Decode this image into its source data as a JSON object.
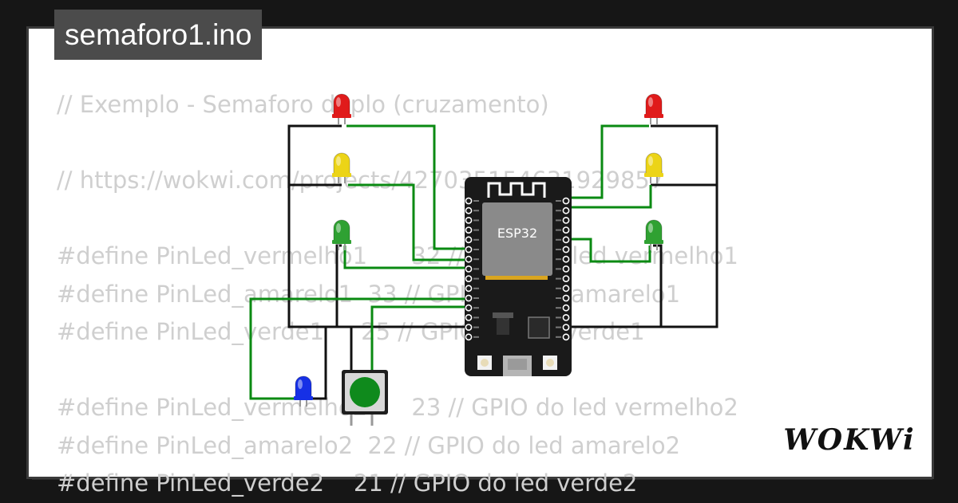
{
  "project": {
    "filename": "semaforo1.ino"
  },
  "code_lines": [
    "// Exemplo - Semaforo duplo (cruzamento)",
    "",
    "// https://wokwi.com/projects/427035154631929857",
    "",
    "#define PinLed_vermelho1      32 // GPIO do led vermelho1",
    "#define PinLed_amarelo1  33 // GPIO do led amarelo1",
    "#define PinLed_verde1     25 // GPIO do led verde1",
    "",
    "#define PinLed_vermelho2      23 // GPIO do led vermelho2",
    "#define PinLed_amarelo2  22 // GPIO do led amarelo2",
    "#define PinLed_verde2    21 // GPIO do led verde2"
  ],
  "board": {
    "label": "ESP32",
    "color": "#1a1a1a"
  },
  "leds": [
    {
      "id": "red-1",
      "color": "#e01b1b"
    },
    {
      "id": "yellow-1",
      "color": "#ecd417"
    },
    {
      "id": "green-1",
      "color": "#2fa132"
    },
    {
      "id": "red-2",
      "color": "#e01b1b"
    },
    {
      "id": "yellow-2",
      "color": "#ecd417"
    },
    {
      "id": "green-2",
      "color": "#2fa132"
    },
    {
      "id": "blue",
      "color": "#1630e6"
    }
  ],
  "button": {
    "cap_color": "#0f8a1c"
  },
  "colors": {
    "wire_green": "#0a8a12",
    "wire_black": "#111111",
    "background": "#161616"
  },
  "brand": {
    "logo_text": "WOKWi"
  }
}
